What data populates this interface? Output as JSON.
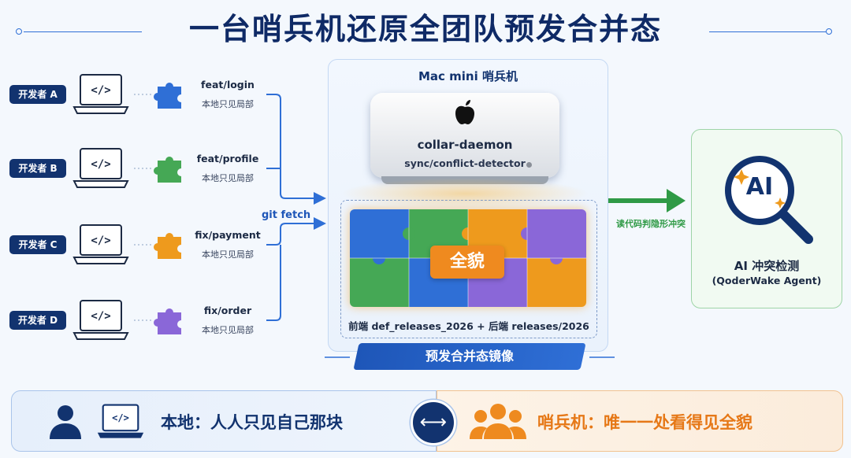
{
  "header": {
    "title": "一台哨兵机还原全团队预发合并态"
  },
  "developers": [
    {
      "tag": "开发者 A",
      "branch": "feat/login",
      "note": "本地只见局部",
      "piece_color": "#2f6fd6"
    },
    {
      "tag": "开发者 B",
      "branch": "feat/profile",
      "note": "本地只见局部",
      "piece_color": "#45a855"
    },
    {
      "tag": "开发者 C",
      "branch": "fix/payment",
      "note": "本地只见局部",
      "piece_color": "#ee9a1d"
    },
    {
      "tag": "开发者 D",
      "branch": "fix/order",
      "note": "本地只见局部",
      "piece_color": "#8a67d8"
    }
  ],
  "flow": {
    "git_fetch": "git fetch",
    "read_code": "读代码判隐形冲突"
  },
  "sentinel": {
    "title": "Mac mini 哨兵机",
    "daemon": "collar-daemon",
    "detector": "sync/conflict-detector",
    "whole_label": "全貌",
    "releases": "前端 def_releases_2026 + 后端 releases/2026",
    "mirror_label": "预发合并态镜像"
  },
  "ai": {
    "badge": "AI",
    "title": "AI 冲突检测",
    "subtitle": "(QoderWake Agent)"
  },
  "bottom": {
    "local_text": "本地：人人只见自己那块",
    "sentinel_text": "哨兵机：唯一一处看得见全貌",
    "swap_symbol": "⟷"
  },
  "colors": {
    "navy": "#12336f",
    "blue": "#2f6fd6",
    "green": "#45a855",
    "orange": "#ee9a1d",
    "purple": "#8a67d8"
  }
}
